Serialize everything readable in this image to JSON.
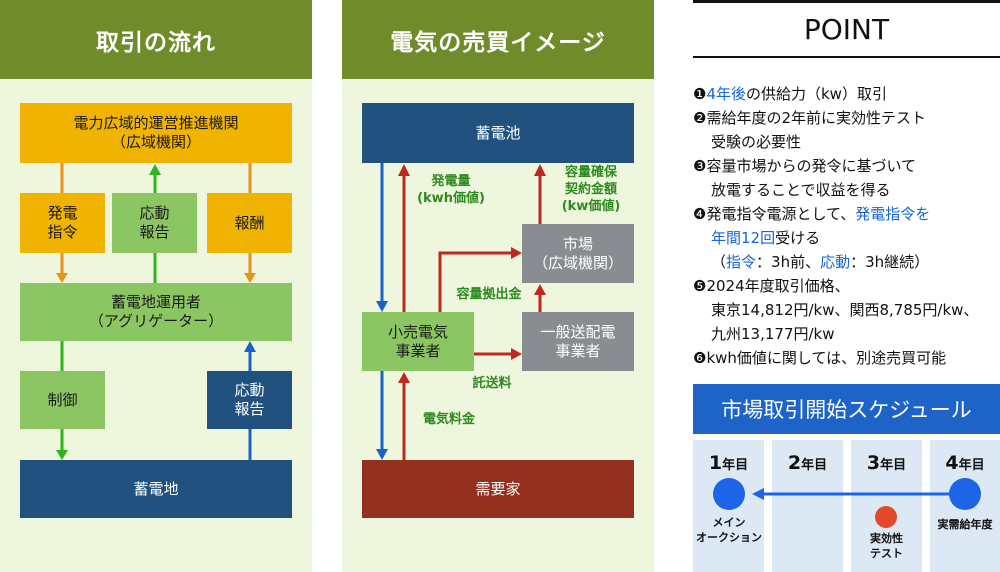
{
  "panel1": {
    "title": "取引の流れ",
    "top_box": [
      "電力広域的運営推進機関",
      "（広域機関）"
    ],
    "hatsuden_shirei": [
      "発電",
      "指令"
    ],
    "oudou_houkoku": [
      "応動",
      "報告"
    ],
    "houshuu": "報酬",
    "operator": [
      "蓄電地運用者",
      "（アグリゲーター）"
    ],
    "seigyo": "制御",
    "oudou_houkoku2": [
      "応動",
      "報告"
    ],
    "bottom": "蓄電地"
  },
  "panel2": {
    "title": "電気の売買イメージ",
    "battery": "蓄電池",
    "market": [
      "市場",
      "（広域機関）"
    ],
    "retailer": [
      "小売電気",
      "事業者"
    ],
    "transmission": [
      "一般送配電",
      "事業者"
    ],
    "consumer": "需要家",
    "label_generation": [
      "発電量",
      "(kwh価値)"
    ],
    "label_capacity": [
      "容量確保",
      "契約金額",
      "(kw価値)"
    ],
    "label_contribution": "容量拠出金",
    "label_wheeling": "託送料",
    "label_fee": "電気料金"
  },
  "point": {
    "title": "POINT",
    "lines": [
      {
        "marker": "❶",
        "parts": [
          {
            "t": "4年後",
            "hl": true
          },
          {
            "t": "の供給力（kw）取引"
          }
        ]
      },
      {
        "marker": "❷",
        "parts": [
          {
            "t": "需給年度の2年前に実効性テスト"
          }
        ]
      },
      {
        "marker": "",
        "parts": [
          {
            "t": "受験の必要性"
          }
        ]
      },
      {
        "marker": "❸",
        "parts": [
          {
            "t": "容量市場からの発令に基づいて"
          }
        ]
      },
      {
        "marker": "",
        "parts": [
          {
            "t": "放電することで収益を得る"
          }
        ]
      },
      {
        "marker": "❹",
        "parts": [
          {
            "t": "発電指令電源として、"
          },
          {
            "t": "発電指令を",
            "hl": true
          }
        ]
      },
      {
        "marker": "",
        "parts": [
          {
            "t": "年間12回",
            "hl": true
          },
          {
            "t": "受ける"
          }
        ]
      },
      {
        "marker": "",
        "parts": [
          {
            "t": "（"
          },
          {
            "t": "指令",
            "hl": true
          },
          {
            "t": "：3h前、"
          },
          {
            "t": "応動",
            "hl": true
          },
          {
            "t": "：3h継続）"
          }
        ]
      },
      {
        "marker": "❺",
        "parts": [
          {
            "t": "2024年度取引価格、"
          }
        ]
      },
      {
        "marker": "",
        "parts": [
          {
            "t": "東京14,812円/kw、関西8,785円/kw、"
          }
        ]
      },
      {
        "marker": "",
        "parts": [
          {
            "t": "九州13,177円/kw"
          }
        ]
      },
      {
        "marker": "❻",
        "parts": [
          {
            "t": "kwh価値に関しては、別途売買可能"
          }
        ]
      }
    ]
  },
  "schedule": {
    "title": "市場取引開始スケジュール",
    "years": [
      {
        "num": "1",
        "unit": "年目"
      },
      {
        "num": "2",
        "unit": "年目"
      },
      {
        "num": "3",
        "unit": "年目"
      },
      {
        "num": "4",
        "unit": "年目"
      }
    ],
    "labels": {
      "y1": [
        "メイン",
        "オークション"
      ],
      "y3": [
        "実効性",
        "テスト"
      ],
      "y4": "実需給年度"
    },
    "colors": {
      "blue_dot": "#1e64e8",
      "red_dot": "#e04a2a"
    }
  }
}
